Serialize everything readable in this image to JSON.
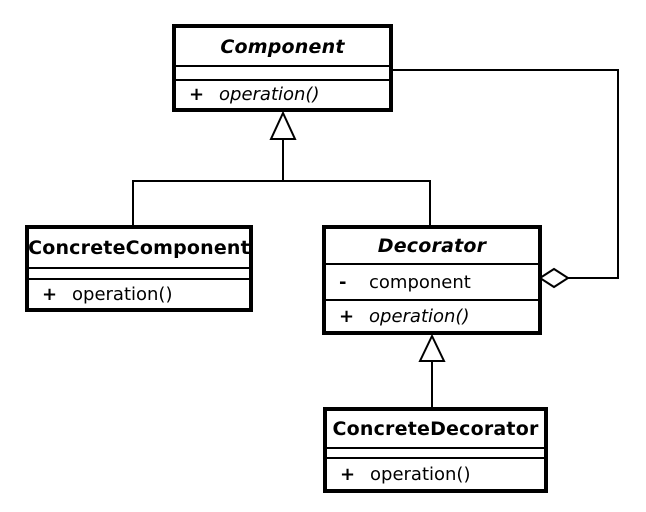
{
  "colors": {
    "line": "#000000",
    "text": "#000000",
    "box_fill": "#ffffff",
    "background": "#ffffff"
  },
  "classes": {
    "component": {
      "name": "Component",
      "abstract": true,
      "attributes": [],
      "operations": [
        {
          "visibility": "+",
          "signature": "operation()",
          "abstract": true
        }
      ]
    },
    "concrete_component": {
      "name": "ConcreteComponent",
      "abstract": false,
      "attributes": [],
      "operations": [
        {
          "visibility": "+",
          "signature": "operation()",
          "abstract": false
        }
      ]
    },
    "decorator": {
      "name": "Decorator",
      "abstract": true,
      "attributes": [
        {
          "visibility": "-",
          "name": "component"
        }
      ],
      "operations": [
        {
          "visibility": "+",
          "signature": "operation()",
          "abstract": true
        }
      ]
    },
    "concrete_decorator": {
      "name": "ConcreteDecorator",
      "abstract": false,
      "attributes": [],
      "operations": [
        {
          "visibility": "+",
          "signature": "operation()",
          "abstract": false
        }
      ]
    }
  },
  "relationships": [
    {
      "type": "generalization",
      "from": "ConcreteComponent",
      "to": "Component"
    },
    {
      "type": "generalization",
      "from": "Decorator",
      "to": "Component"
    },
    {
      "type": "generalization",
      "from": "ConcreteDecorator",
      "to": "Decorator"
    },
    {
      "type": "aggregation",
      "owner": "Decorator",
      "part": "Component"
    }
  ]
}
